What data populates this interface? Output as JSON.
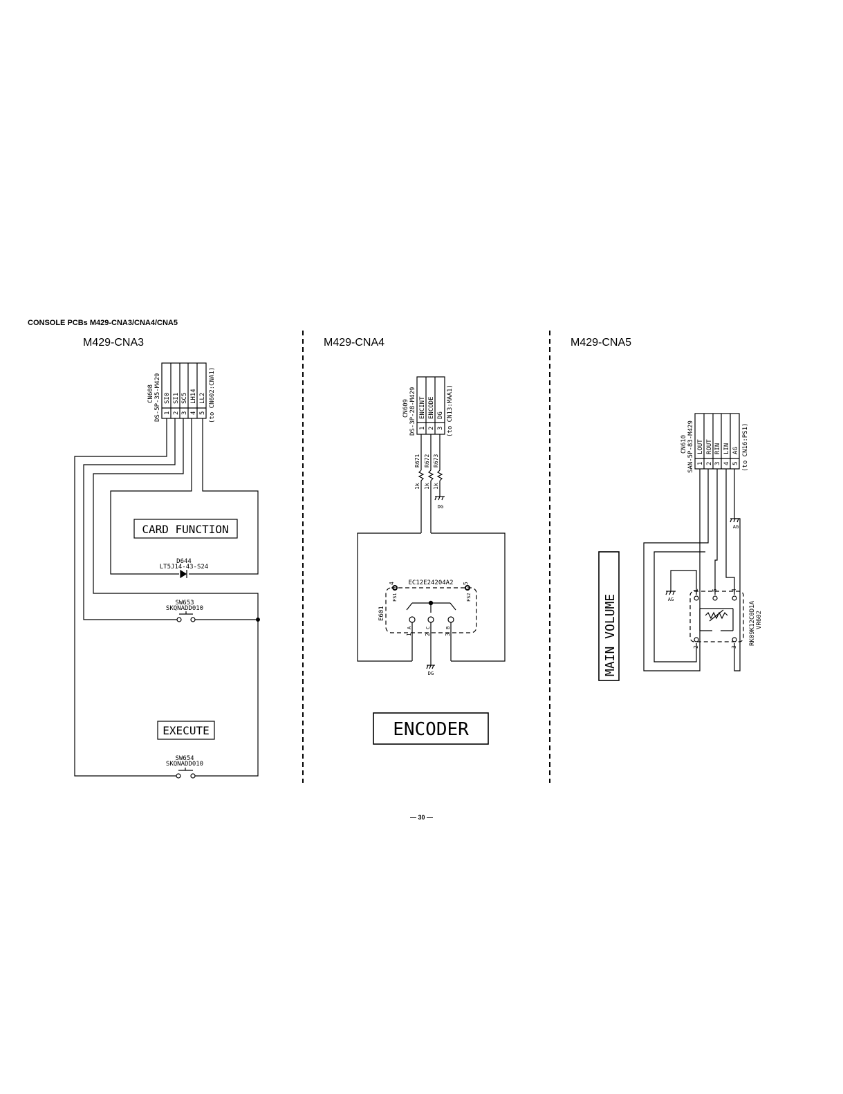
{
  "header": {
    "title": "CONSOLE PCBs M429-CNA3/CNA4/CNA5",
    "page_number": "— 30 —"
  },
  "cna3": {
    "title": "M429-CNA3",
    "connector": {
      "ref": "CN608",
      "part": "DS-5P-35-M429",
      "note": "(to CN602:CNA1)",
      "pins": [
        {
          "num": "1",
          "signal": "SI0"
        },
        {
          "num": "2",
          "signal": "SI1"
        },
        {
          "num": "3",
          "signal": "SC5"
        },
        {
          "num": "4",
          "signal": "LH14"
        },
        {
          "num": "5",
          "signal": "LL2"
        }
      ]
    },
    "card_label": "CARD FUNCTION",
    "led_ref": "D644",
    "led_part": "LT5J14-43-S24",
    "sw1_ref": "SW653",
    "sw1_part": "SKQNADD010",
    "execute_label": "EXECUTE",
    "sw2_ref": "SW654",
    "sw2_part": "SKQNADD010"
  },
  "cna4": {
    "title": "M429-CNA4",
    "connector": {
      "ref": "CN609",
      "part": "DS-3P-28-M429",
      "note": "(to CN13:MAA1)",
      "pins": [
        {
          "num": "1",
          "signal": "ENCINT"
        },
        {
          "num": "2",
          "signal": "ENCODE"
        },
        {
          "num": "3",
          "signal": "DG"
        }
      ]
    },
    "resistors": [
      {
        "ref": "R671",
        "value": "1k"
      },
      {
        "ref": "R672",
        "value": "1k"
      },
      {
        "ref": "R673",
        "value": "1k"
      }
    ],
    "ground_label": "DG",
    "encoder_part": "EC12E24204A2",
    "encoder_ref": "E601",
    "fixing_left": "FS1",
    "fixing_right": "FS2",
    "fixing_left_pin": "4",
    "fixing_right_pin": "5",
    "pin_labels": [
      "A",
      "C",
      "B"
    ],
    "pin_numbers": [
      "1",
      "2",
      "3"
    ],
    "ground_label_bottom": "DG",
    "encoder_label": "ENCODER"
  },
  "cna5": {
    "title": "M429-CNA5",
    "connector": {
      "ref": "CN610",
      "part": "SAN-5P-83-M429",
      "note": "(to CN16:PS1)",
      "pins": [
        {
          "num": "1",
          "signal": "LOUT"
        },
        {
          "num": "2",
          "signal": "ROUT"
        },
        {
          "num": "3",
          "signal": "RIN"
        },
        {
          "num": "4",
          "signal": "LIN"
        },
        {
          "num": "5",
          "signal": "AG"
        }
      ]
    },
    "ground_label_top": "AG",
    "ground_label_left": "AG",
    "pot_part": "RK09K12C0D1A",
    "pot_ref": "VR602",
    "pot_pins_top": [
      "1",
      "5",
      "4"
    ],
    "pot_pins_bottom": [
      "2",
      "3"
    ],
    "volume_label": "MAIN VOLUME"
  }
}
